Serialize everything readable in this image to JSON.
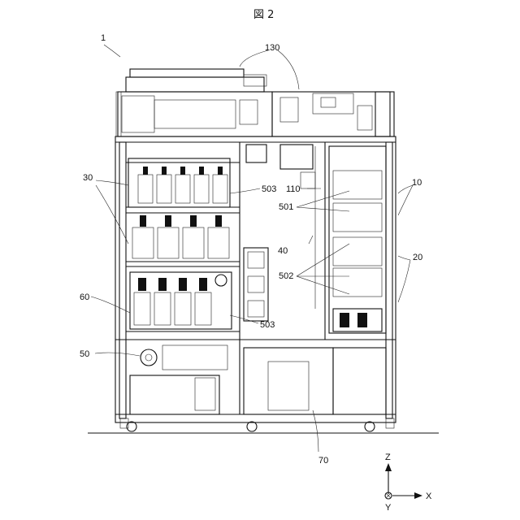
{
  "figure_title": "図 2",
  "labels": {
    "device": "1",
    "top_unit": "130",
    "shelves_left": "30",
    "right_panel": "10",
    "bottle_503_upper": "503",
    "part_110": "110",
    "bottle_501": "501",
    "part_40": "40",
    "right_20": "20",
    "tray_502": "502",
    "part_60": "60",
    "bottle_503_lower": "503",
    "part_50": "50",
    "base_70": "70"
  },
  "axes": {
    "z": "Z",
    "x": "X",
    "y": "Y"
  }
}
